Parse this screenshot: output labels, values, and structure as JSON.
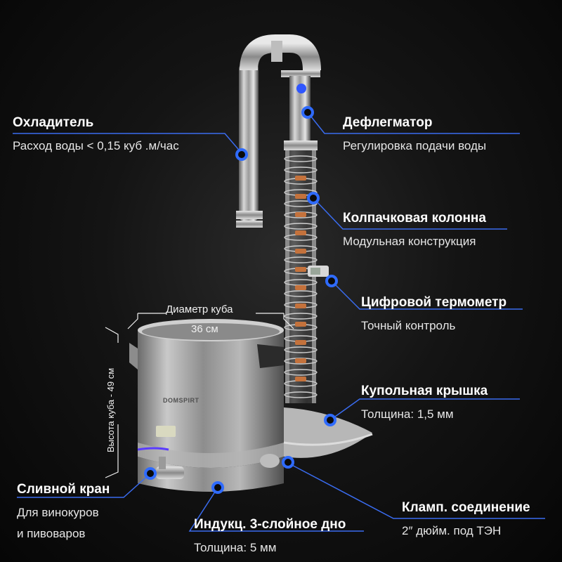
{
  "labels": {
    "cooler": {
      "title": "Охладитель",
      "sub": "Расход воды < 0,15 куб .м/час"
    },
    "dephlegmator": {
      "title": "Дефлегматор",
      "sub": "Регулировка подачи воды"
    },
    "column": {
      "title": "Колпачковая колонна",
      "sub": "Модульная конструкция"
    },
    "thermometer": {
      "title": "Цифровой термометр",
      "sub": "Точный контроль"
    },
    "dome_lid": {
      "title": "Купольная крышка",
      "sub": "Толщина: 1,5 мм"
    },
    "drain_valve": {
      "title": "Сливной кран",
      "sub": "Для винокуров",
      "sub2": "и пивоваров"
    },
    "clamp": {
      "title": "Кламп. соединение",
      "sub": "2″ дюйм. под ТЭН"
    },
    "bottom": {
      "title": "Индукц. 3-слойное дно",
      "sub": "Толщина: 5 мм"
    }
  },
  "dimensions": {
    "diameter_label": "Диаметр куба",
    "diameter_value": "36 см",
    "height_label": "Высота куба - 49 см"
  },
  "brand_logo": "DOMSPIRT",
  "colors": {
    "accent": "#2f6bff",
    "line": "#3a6cf0",
    "background": "#0b0b0b"
  }
}
